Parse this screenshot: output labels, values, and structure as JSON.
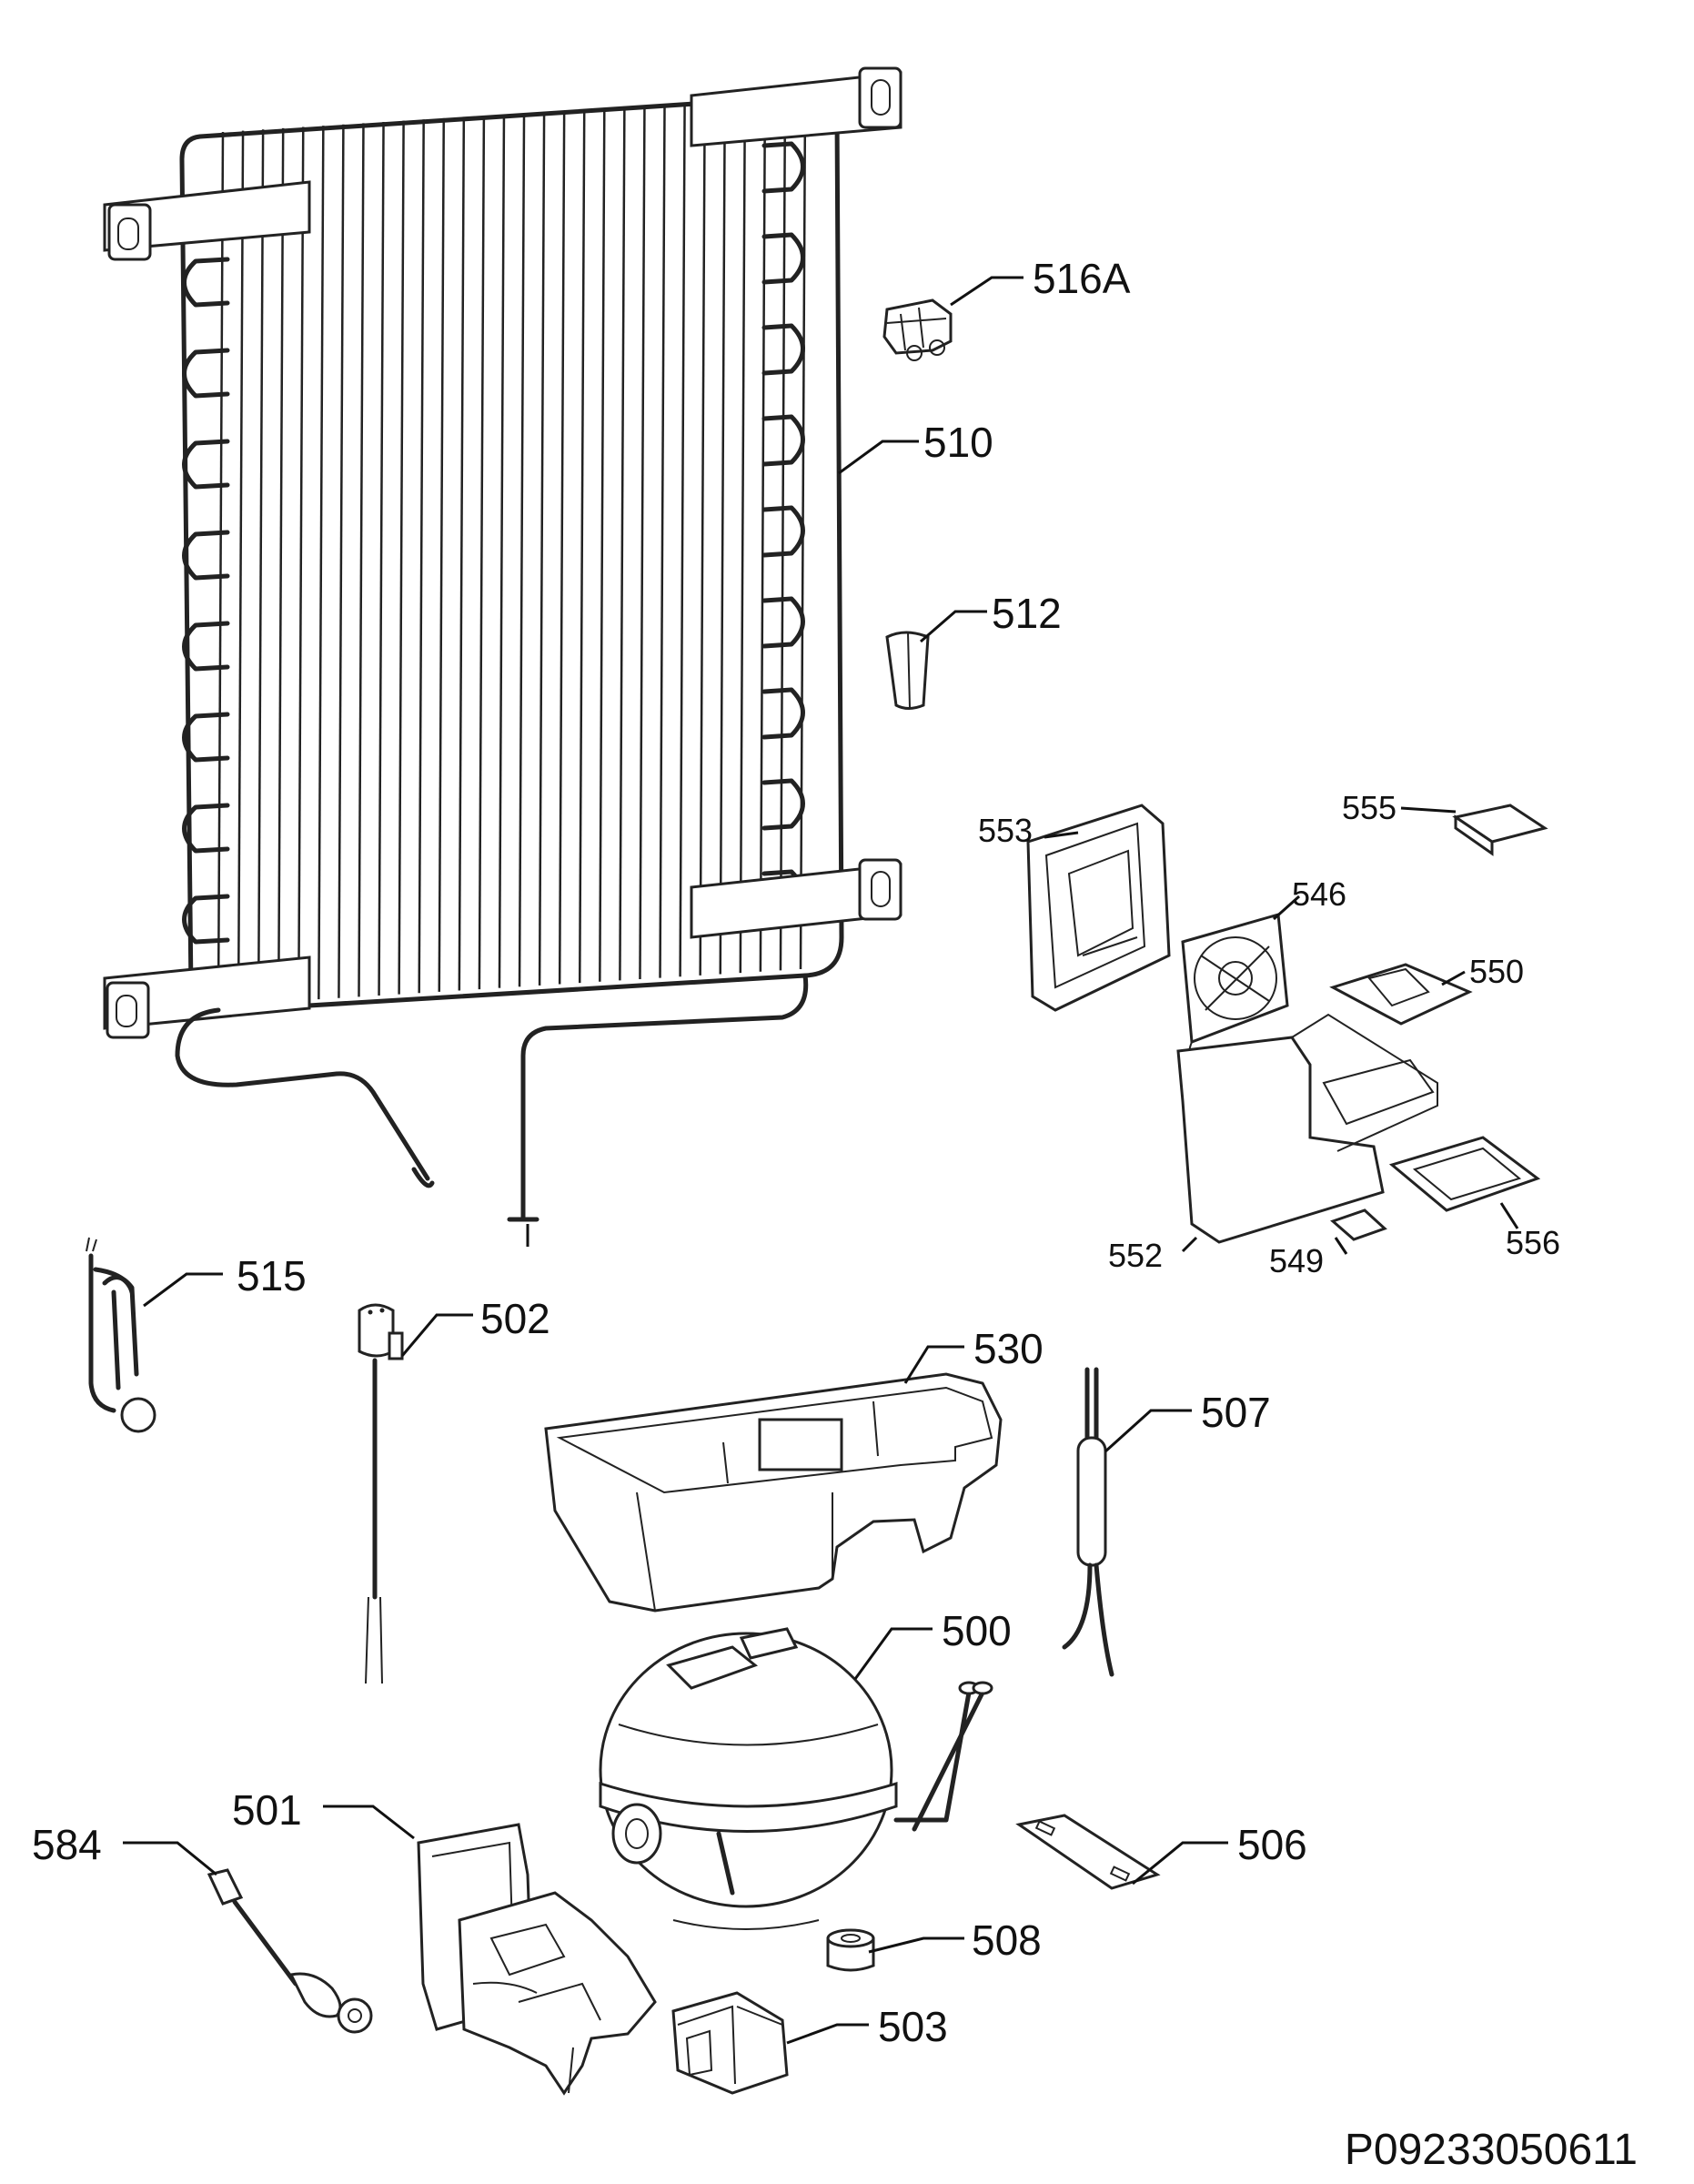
{
  "diagram": {
    "reference_code": "P09233050611",
    "callouts": [
      {
        "id": "516A",
        "label": "516A"
      },
      {
        "id": "510",
        "label": "510"
      },
      {
        "id": "512",
        "label": "512"
      },
      {
        "id": "555",
        "label": "555"
      },
      {
        "id": "553",
        "label": "553"
      },
      {
        "id": "546",
        "label": "546"
      },
      {
        "id": "550",
        "label": "550"
      },
      {
        "id": "552",
        "label": "552"
      },
      {
        "id": "549",
        "label": "549"
      },
      {
        "id": "556",
        "label": "556"
      },
      {
        "id": "515",
        "label": "515"
      },
      {
        "id": "502",
        "label": "502"
      },
      {
        "id": "530",
        "label": "530"
      },
      {
        "id": "507",
        "label": "507"
      },
      {
        "id": "500",
        "label": "500"
      },
      {
        "id": "501",
        "label": "501"
      },
      {
        "id": "584",
        "label": "584"
      },
      {
        "id": "506",
        "label": "506"
      },
      {
        "id": "508",
        "label": "508"
      },
      {
        "id": "503",
        "label": "503"
      }
    ]
  }
}
